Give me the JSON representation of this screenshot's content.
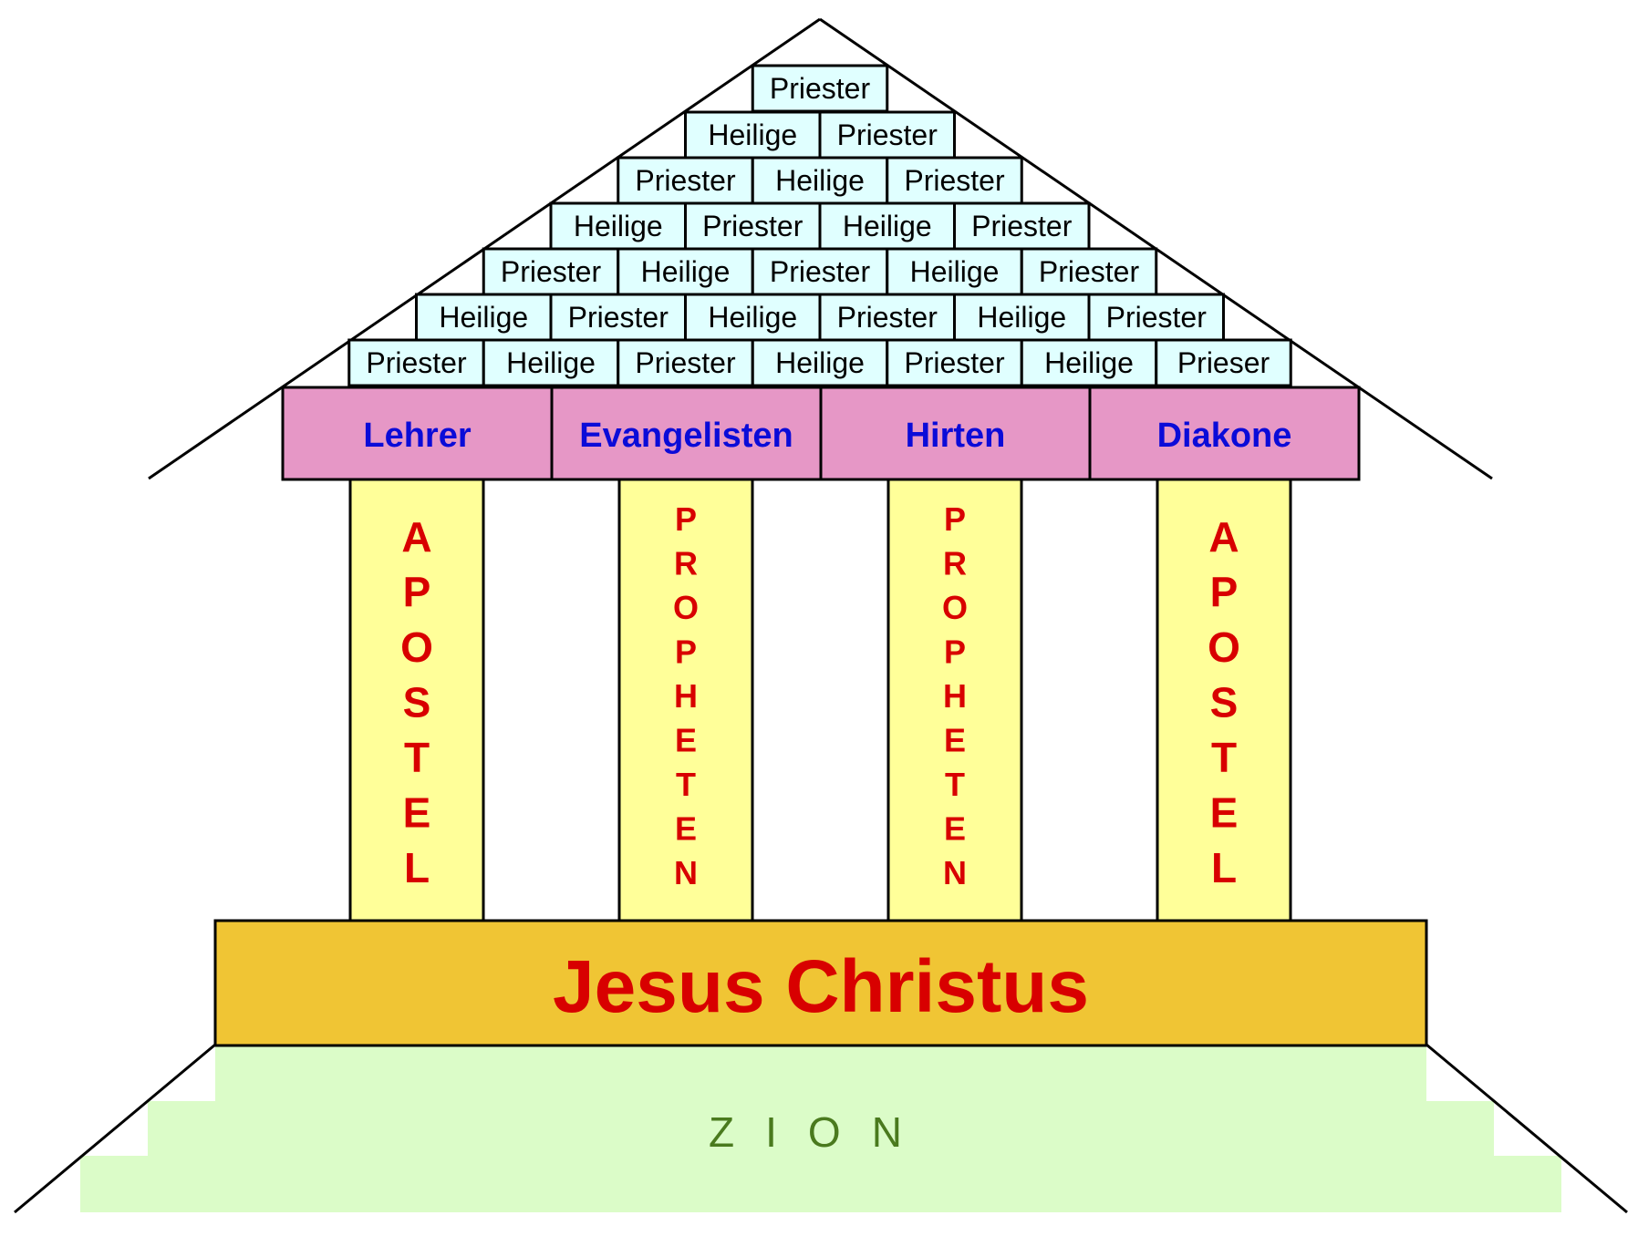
{
  "roof": {
    "rows": [
      [
        "Priester"
      ],
      [
        "Heilige",
        "Priester"
      ],
      [
        "Priester",
        "Heilige",
        "Priester"
      ],
      [
        "Heilige",
        "Priester",
        "Heilige",
        "Priester"
      ],
      [
        "Priester",
        "Heilige",
        "Priester",
        "Heilige",
        "Priester"
      ],
      [
        "Heilige",
        "Priester",
        "Heilige",
        "Priester",
        "Heilige",
        "Priester"
      ],
      [
        "Priester",
        "Heilige",
        "Priester",
        "Heilige",
        "Priester",
        "Heilige",
        "Prieser"
      ]
    ]
  },
  "beam": {
    "labels": [
      "Lehrer",
      "Evangelisten",
      "Hirten",
      "Diakone"
    ]
  },
  "columns": [
    {
      "label": "APOSTEL"
    },
    {
      "label": "PROPHETEN"
    },
    {
      "label": "PROPHETEN"
    },
    {
      "label": "APOSTEL"
    }
  ],
  "foundation": {
    "label": "Jesus Christus"
  },
  "base": {
    "label": "ZION"
  },
  "colors": {
    "brick": "#e0ffff",
    "beam": "#e697c6",
    "column": "#ffff99",
    "foundation": "#f0c534",
    "base": "#dbfcc8",
    "beam_text": "#0b0bd8",
    "column_text": "#d80000",
    "foundation_text": "#d80000",
    "base_text": "#4a7a1e"
  }
}
